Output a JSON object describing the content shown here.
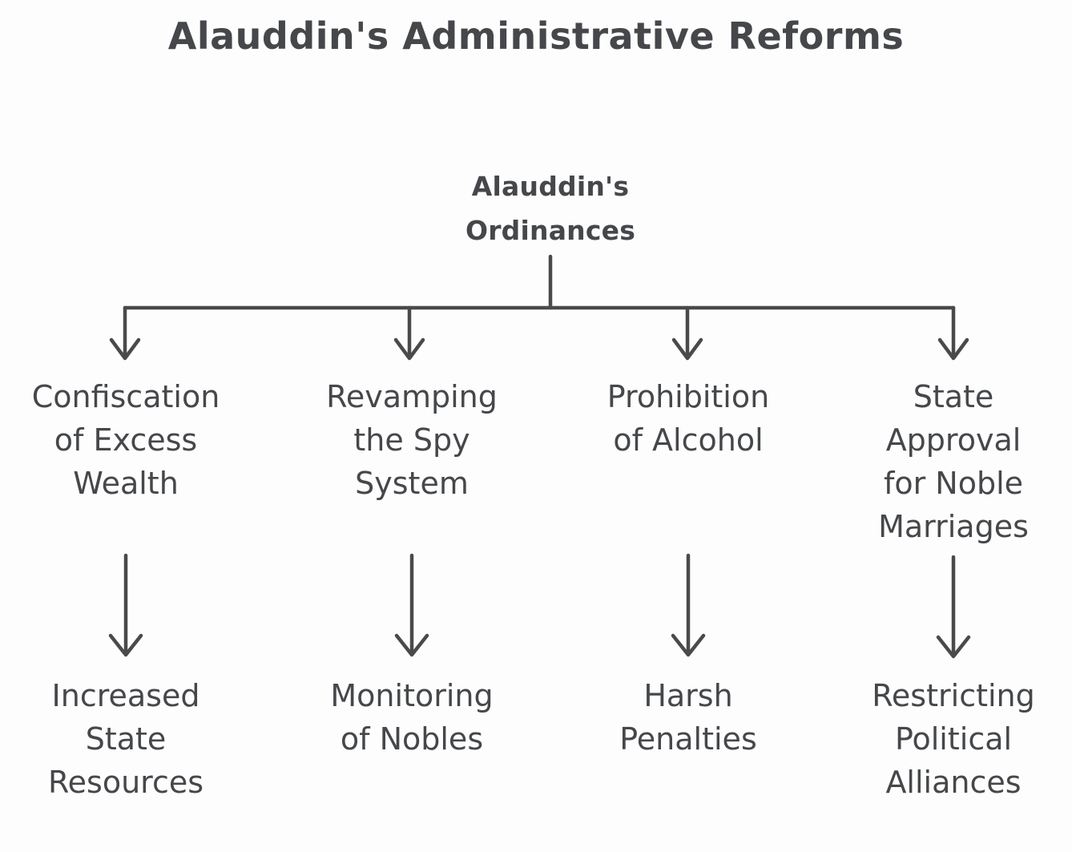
{
  "title": "Alauddin's Administrative Reforms",
  "diagram": {
    "type": "tree",
    "orientation": "top-down",
    "stroke_color": "#4a4a4a",
    "text_color": "#45474a",
    "background_color": "#fdfdfd",
    "root": {
      "label": "Alauddin's\nOrdinances",
      "bold": true
    },
    "branches": [
      {
        "reform": "Confiscation\nof Excess\nWealth",
        "outcome": "Increased\nState\nResources"
      },
      {
        "reform": "Revamping\nthe Spy\nSystem",
        "outcome": "Monitoring\nof Nobles"
      },
      {
        "reform": "Prohibition\nof Alcohol",
        "outcome": "Harsh\nPenalties"
      },
      {
        "reform": "State\nApproval\nfor Noble\nMarriages",
        "outcome": "Restricting\nPolitical\nAlliances"
      }
    ],
    "connectors": {
      "root_to_bus": "vertical line",
      "bus": "horizontal distribution line",
      "bus_to_reform": "down arrow",
      "reform_to_outcome": "down arrow"
    }
  }
}
